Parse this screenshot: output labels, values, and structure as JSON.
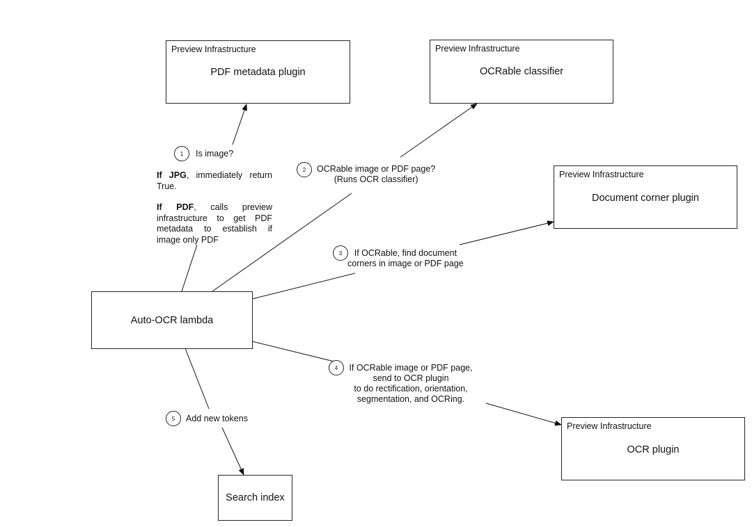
{
  "boxes": {
    "pdf_metadata": {
      "label": "Preview Infrastructure",
      "title": "PDF metadata plugin"
    },
    "ocrable_classifier": {
      "label": "Preview Infrastructure",
      "title": "OCRable classifier"
    },
    "document_corner": {
      "label": "Preview Infrastructure",
      "title": "Document corner plugin"
    },
    "ocr_plugin": {
      "label": "Preview Infrastructure",
      "title": "OCR plugin"
    },
    "lambda": {
      "title": "Auto-OCR lambda"
    },
    "search_index": {
      "title": "Search index"
    }
  },
  "steps": [
    {
      "num": "1",
      "lines": [
        "Is image?"
      ]
    },
    {
      "num": "2",
      "lines": [
        "OCRable image or PDF page?",
        "(Runs OCR classifier)"
      ]
    },
    {
      "num": "3",
      "lines": [
        "If OCRable, find document",
        "corners in image or PDF page"
      ]
    },
    {
      "num": "4",
      "lines": [
        "If OCRable image or PDF page,",
        "send to OCR plugin",
        "to do rectification, orientation,",
        "segmentation, and OCRing."
      ]
    },
    {
      "num": "5",
      "lines": [
        "Add new tokens"
      ]
    }
  ],
  "notes": {
    "jpg": {
      "bold": "If JPG",
      "rest": ", immediately return True."
    },
    "pdf": {
      "bold": "If PDF",
      "rest": ", calls preview infrastructure to get PDF metadata to establish if image only PDF"
    }
  }
}
